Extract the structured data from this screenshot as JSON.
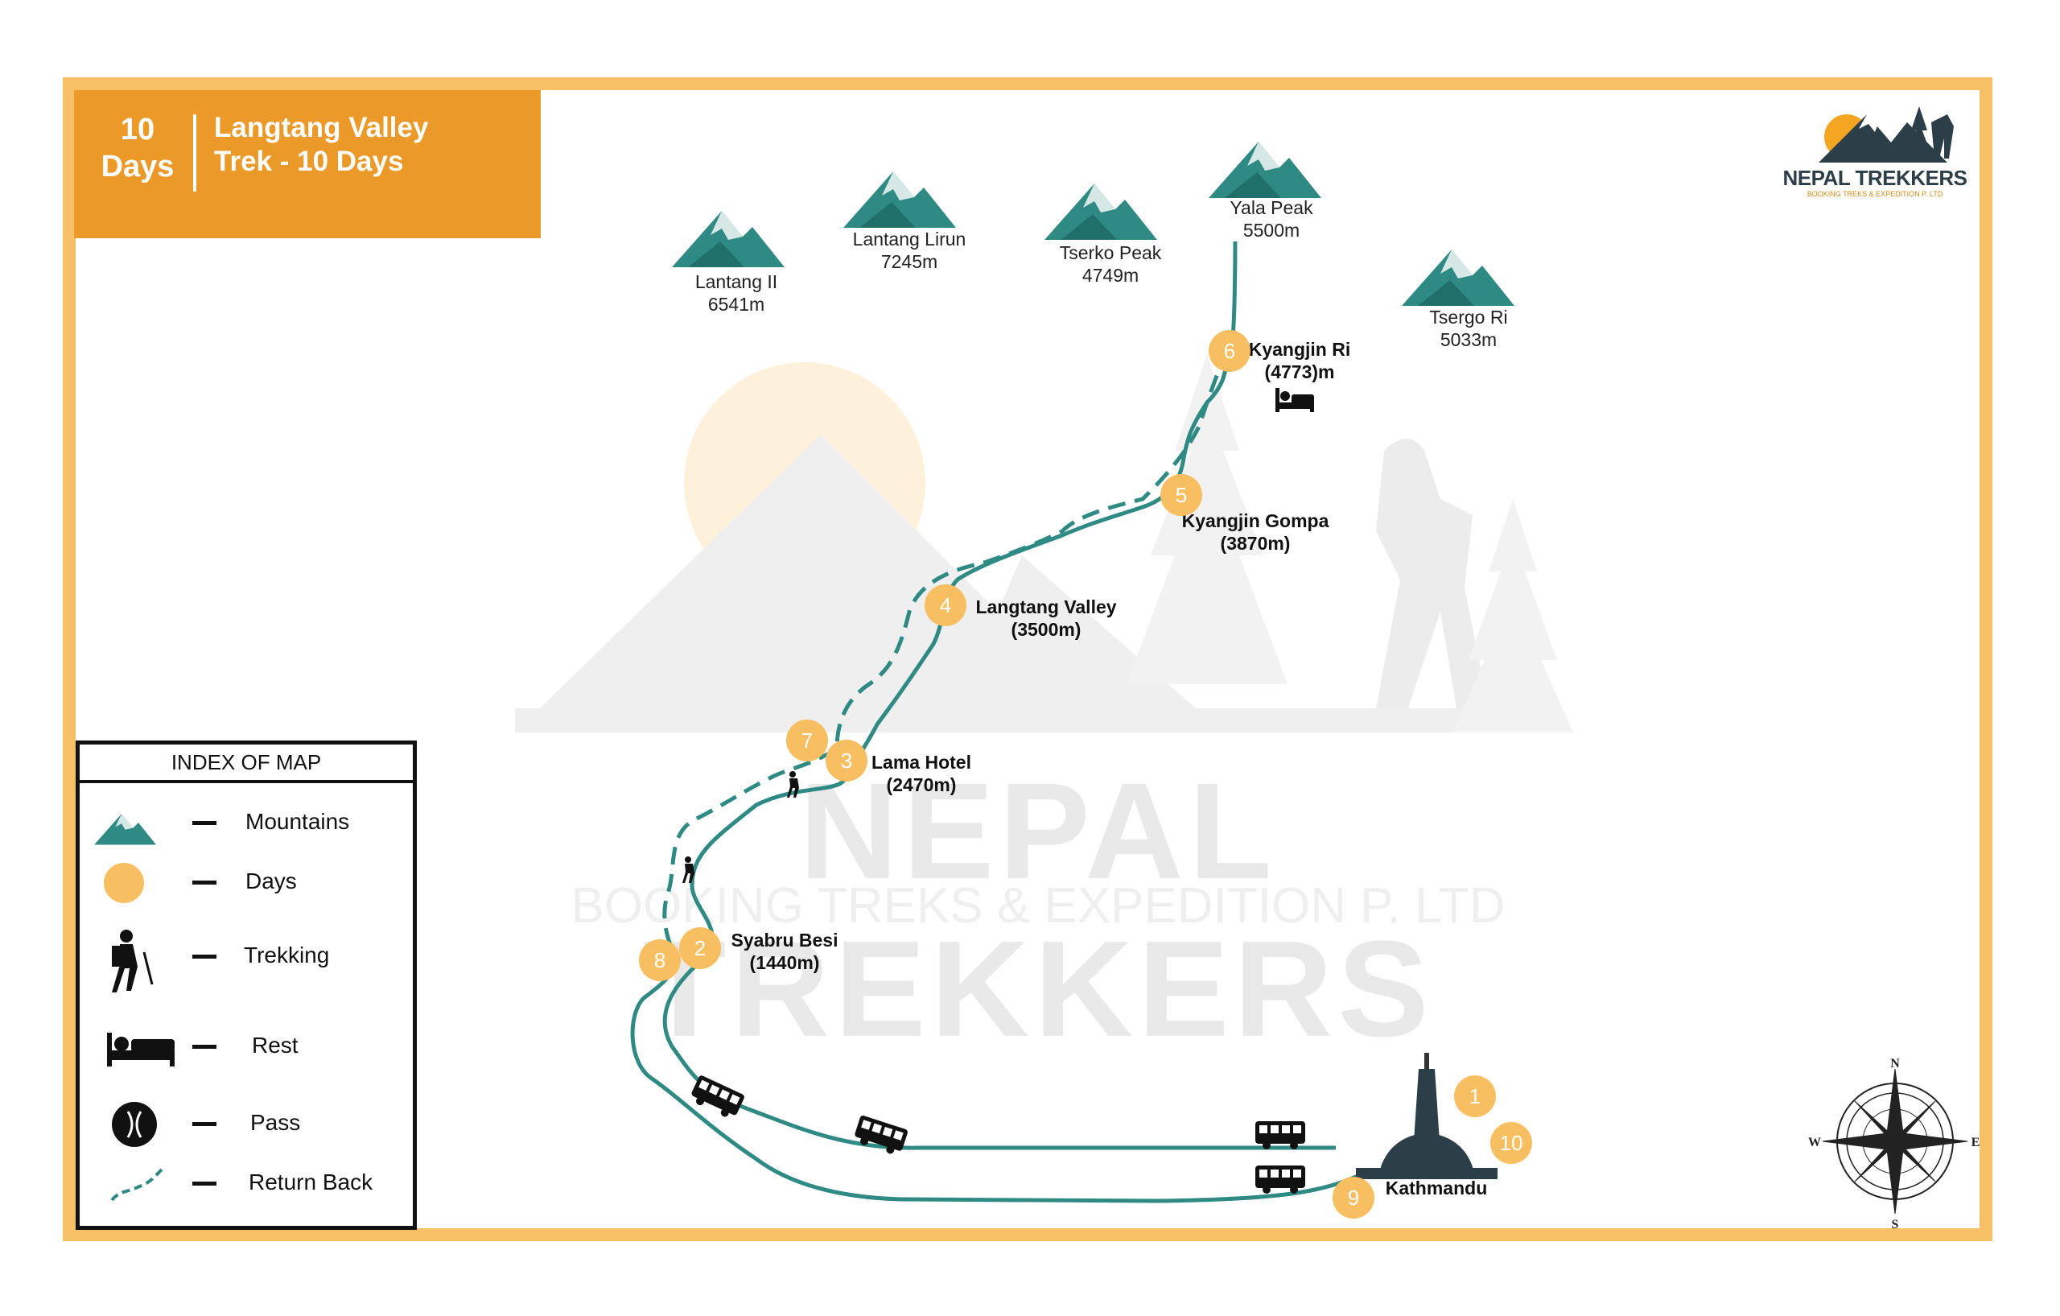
{
  "title": {
    "days": "10\nDays",
    "name": "Langtang Valley\nTrek - 10 Days"
  },
  "brand": {
    "name": "NEPAL TREKKERS",
    "tagline": "BOOKING TREKS & EXPEDITION P. LTD"
  },
  "watermark": {
    "big": "NEPAL TREKKERS",
    "small": "BOOKING TREKS & EXPEDITION P. LTD"
  },
  "mountains": [
    {
      "name": "Lantang II",
      "height": "6541m"
    },
    {
      "name": "Lantang Lirun",
      "height": "7245m"
    },
    {
      "name": "Tserko Peak",
      "height": "4749m"
    },
    {
      "name": "Yala Peak",
      "height": "5500m"
    },
    {
      "name": "Tsergo Ri",
      "height": "5033m"
    }
  ],
  "places": [
    {
      "name": "Kyangjin Ri",
      "elevation": "(4773)m"
    },
    {
      "name": "Kyangjin Gompa",
      "elevation": "(3870m)"
    },
    {
      "name": "Langtang Valley",
      "elevation": "(3500m)"
    },
    {
      "name": "Lama Hotel",
      "elevation": "(2470m)"
    },
    {
      "name": "Syabru Besi",
      "elevation": "(1440m)"
    },
    {
      "name": "Kathmandu",
      "elevation": ""
    }
  ],
  "days": [
    "1",
    "2",
    "3",
    "4",
    "5",
    "6",
    "7",
    "8",
    "9",
    "10"
  ],
  "legend": {
    "title": "INDEX OF MAP",
    "items": [
      {
        "label": "Mountains",
        "icon": "mountain-icon"
      },
      {
        "label": "Days",
        "icon": "day-circle-icon"
      },
      {
        "label": "Trekking",
        "icon": "hiker-icon"
      },
      {
        "label": "Rest",
        "icon": "bed-icon"
      },
      {
        "label": "Pass",
        "icon": "pass-icon"
      },
      {
        "label": "Return Back",
        "icon": "dashed-line-icon"
      }
    ]
  },
  "compass": {
    "n": "N",
    "s": "S",
    "e": "E",
    "w": "W"
  },
  "colors": {
    "frame": "#f7c066",
    "title_bg": "#eb9a2a",
    "route": "#2f8a84",
    "day": "#f7bf62",
    "mountain": "#2f8a84"
  }
}
